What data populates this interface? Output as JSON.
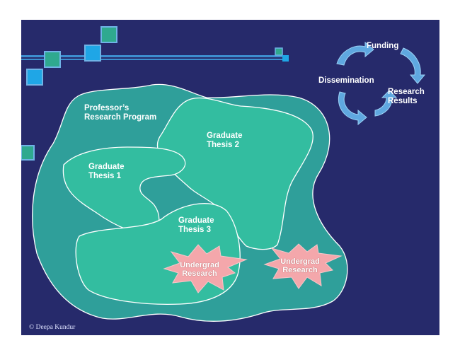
{
  "colors": {
    "background": "#262a6b",
    "outer_region": "#2f9f9a",
    "inner_region": "#33bda0",
    "outline": "#ffffff",
    "burst": "#f4a7ab",
    "arrow": "#5fa8e0",
    "square_teal": "#2fa98f",
    "square_blue": "#1fa6e6",
    "stripe": "#3d8fd0"
  },
  "regions": {
    "professor_program": "Professor’s\nResearch Program",
    "thesis_1": "Graduate\nThesis 1",
    "thesis_2": "Graduate\nThesis 2",
    "thesis_3": "Graduate\nThesis 3",
    "undergrad_1": "Undergrad\nResearch",
    "undergrad_2": "Undergrad\nResearch"
  },
  "cycle": {
    "funding": "Funding",
    "results": "Research\nResults",
    "dissemination": "Dissemination",
    "arrow_icon": "circular-arrow-icon"
  },
  "footer": {
    "copyright": "© Deepa Kundur"
  }
}
